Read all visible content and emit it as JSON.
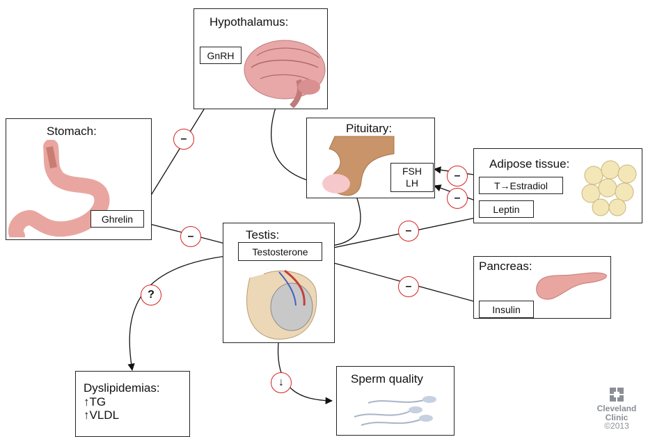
{
  "hypothalamus": {
    "title": "Hypothalamus:",
    "hormone": "GnRH"
  },
  "stomach": {
    "title": "Stomach:",
    "hormone": "Ghrelin"
  },
  "pituitary": {
    "title": "Pituitary:",
    "hormone_1": "FSH",
    "hormone_2": "LH"
  },
  "adipose": {
    "title": "Adipose tissue:",
    "conversion": "T→Estradiol",
    "hormone": "Leptin"
  },
  "testis": {
    "title": "Testis:",
    "hormone": "Testosterone"
  },
  "pancreas": {
    "title": "Pancreas:",
    "hormone": "Insulin"
  },
  "dyslipidemias": {
    "title": "Dyslipidemias:",
    "line_1": "↑TG",
    "line_2": "↑VLDL"
  },
  "sperm": {
    "title": "Sperm quality"
  },
  "signs": {
    "ghrelin_gnrh": "–",
    "ghrelin_testosterone": "–",
    "estradiol_pituitary": "–",
    "leptin_pituitary": "–",
    "leptin_testosterone": "–",
    "insulin_testosterone": "–",
    "dyslipidemia_link": "?",
    "sperm_link": "↓"
  },
  "logo": {
    "line_1": "Cleveland",
    "line_2": "Clinic",
    "line_3": "©2013"
  },
  "colors": {
    "sign_border": "#d42020",
    "line": "#111111",
    "brain": "#e8a8a8",
    "fat": "#f3e7b8",
    "stomach": "#e9a6a0"
  }
}
